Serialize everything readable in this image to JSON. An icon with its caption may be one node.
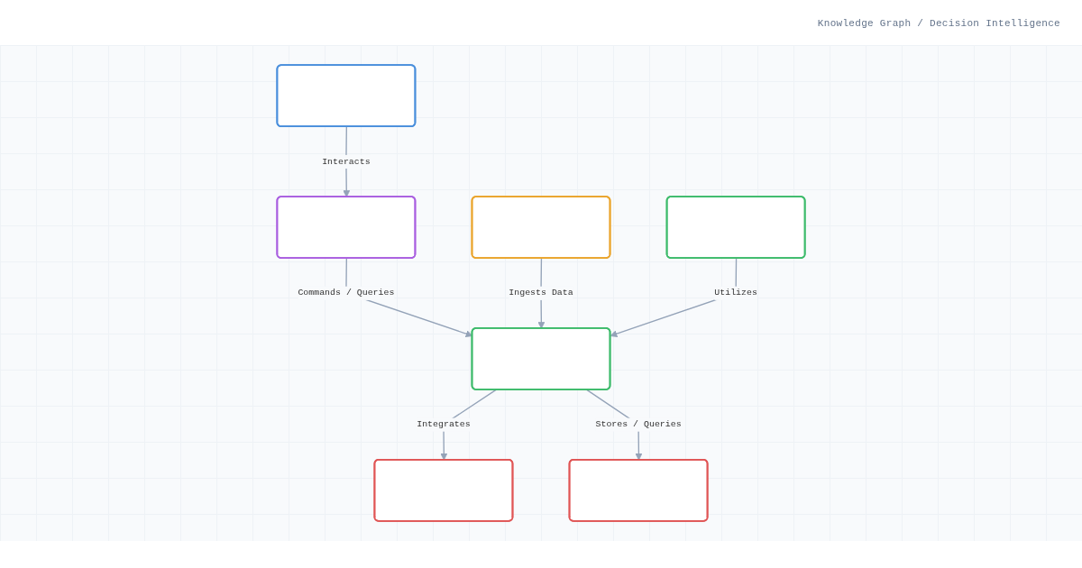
{
  "diagram": {
    "title": "Knowledge Graph / Decision Intelligence",
    "nodes": [
      {
        "text": [],
        "shape": "box"
      },
      {
        "text": [],
        "shape": "box"
      },
      {
        "text": [],
        "shape": "box"
      },
      {
        "text": [],
        "shape": "box"
      },
      {
        "text": [],
        "shape": "box"
      },
      {
        "text": [],
        "shape": "box"
      },
      {
        "text": [],
        "shape": "box"
      }
    ],
    "edges": [
      {
        "from": 0,
        "to": 1,
        "arrow": "to",
        "label": "Interacts"
      },
      {
        "from": 1,
        "to": 3,
        "arrow": "to",
        "label": "Commands / Queries"
      },
      {
        "from": 2,
        "to": 3,
        "arrow": "to",
        "label": "Ingests Data"
      },
      {
        "from": 4,
        "to": 3,
        "arrow": "to",
        "label": "Utilizes"
      },
      {
        "from": 3,
        "to": 5,
        "arrow": "to",
        "label": "Integrates"
      },
      {
        "from": 3,
        "to": 6,
        "arrow": "to",
        "label": "Stores / Queries"
      }
    ]
  }
}
